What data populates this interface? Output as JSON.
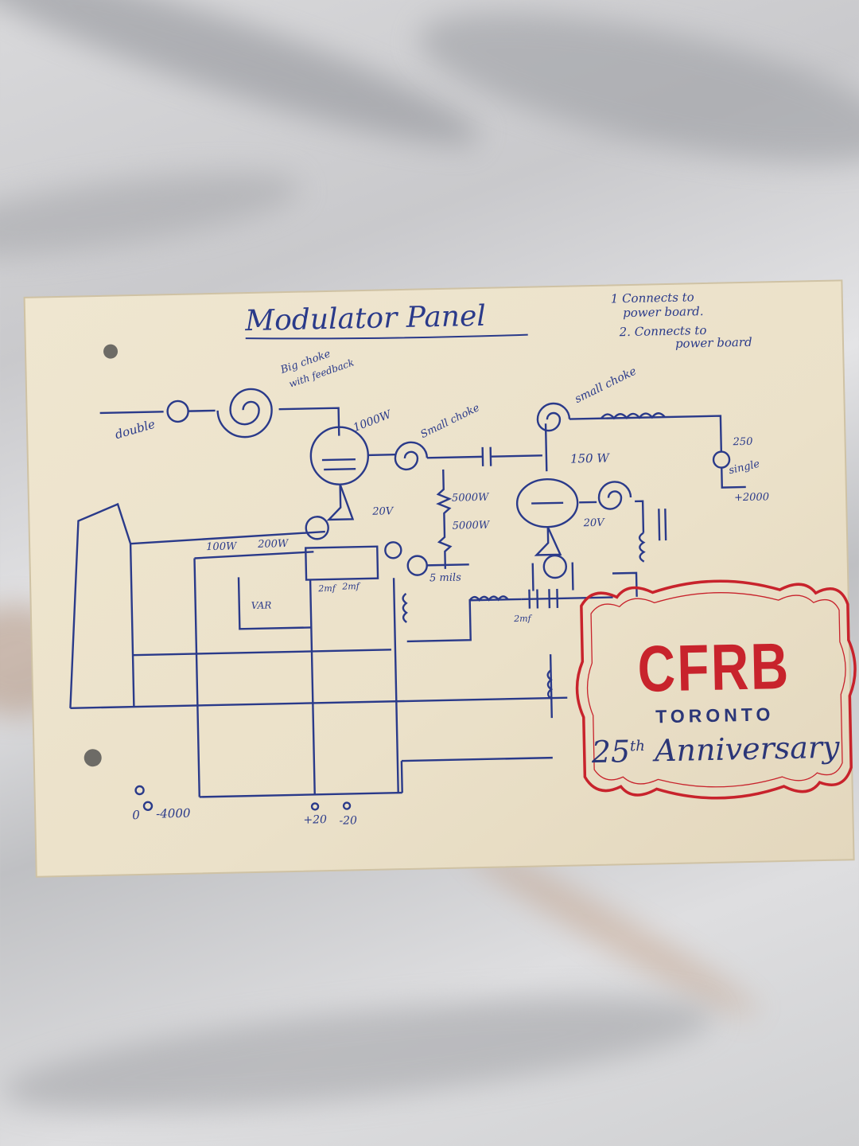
{
  "sketch": {
    "title": "Modulator Panel",
    "note_line1": "1 Connects to",
    "note_line2": "power board.",
    "note_line3": "2. Connects to",
    "note_line4": "power board",
    "labels": {
      "big_choke": "Big choke",
      "big_choke_sub": "with feedback",
      "double": "double",
      "tube1_power": "1000W",
      "small_choke_mid": "Small choke",
      "small_choke_right": "small choke",
      "tube2_power": "150 W",
      "res_5000a": "5000W",
      "res_5000b": "5000W",
      "v20_left": "20V",
      "v20_right": "20V",
      "res_100": "100W",
      "res_200": "200W",
      "cap_2mf_a": "2mf",
      "cap_2mf_b": "2mf",
      "cap_2mf_c": "2mf",
      "five_mils": "5 mils",
      "var": "VAR",
      "out_volt": "250",
      "single": "single",
      "plus2000": "+2000",
      "minus4000": "-4000",
      "plus20": "+20",
      "minus20": "-20",
      "zero": "0"
    }
  },
  "logo": {
    "brand": "CFRB",
    "city": "TORONTO",
    "anniv_number": "25",
    "anniv_suffix": "th",
    "anniv_word": "Anniversary"
  },
  "colors": {
    "ink": "#2a3a8a",
    "logo_red": "#c8232c",
    "logo_blue": "#2b3678",
    "paper": "#ede3cc"
  }
}
